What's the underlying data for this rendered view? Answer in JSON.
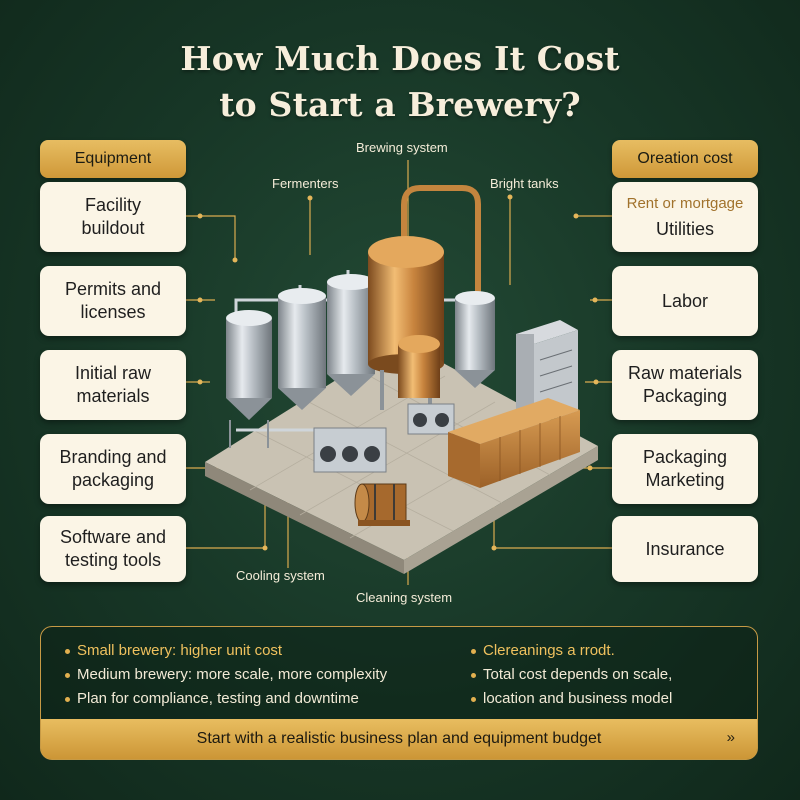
{
  "title": {
    "line1": "How Much Does It Cost",
    "line2": "to Start a Brewery?"
  },
  "left_column": {
    "header": "Equipment",
    "items": [
      "Facility\nbuildout",
      "Permits and\nlicenses",
      "Initial raw\nmaterials",
      "Branding and\npackaging",
      "Software and\ntesting tools"
    ]
  },
  "right_column": {
    "header": "Oreation cost",
    "items": [
      {
        "sub": "Rent or mortgage",
        "main": "Utilities"
      },
      {
        "sub": "",
        "main": "Labor"
      },
      {
        "sub": "",
        "main": "Raw materials\nPackaging"
      },
      {
        "sub": "",
        "main": "Packaging\nMarketing"
      },
      {
        "sub": "",
        "main": "Insurance"
      }
    ]
  },
  "diagram_labels": {
    "brewing_system": "Brewing system",
    "fermenters": "Fermenters",
    "bright_tanks": "Bright tanks",
    "cooling_system": "Cooling system",
    "cleaning_system": "Cleaning system"
  },
  "bottom_panel": {
    "left_bullets": [
      "Small brewery: higher unit cost",
      "Medium brewery: more scale, more complexity",
      "Plan for compliance, testing and downtime"
    ],
    "right_bullets": [
      "Clereanings a rrodt.",
      "Total cost depends on scale,",
      "location and business model"
    ],
    "cta_label": "Start with a realistic business plan and equipment budget",
    "cta_arrow": "»"
  },
  "colors": {
    "background": "#173626",
    "gold": "#dcae52",
    "card": "#fbf5e6",
    "accent_text": "#a1722c"
  }
}
